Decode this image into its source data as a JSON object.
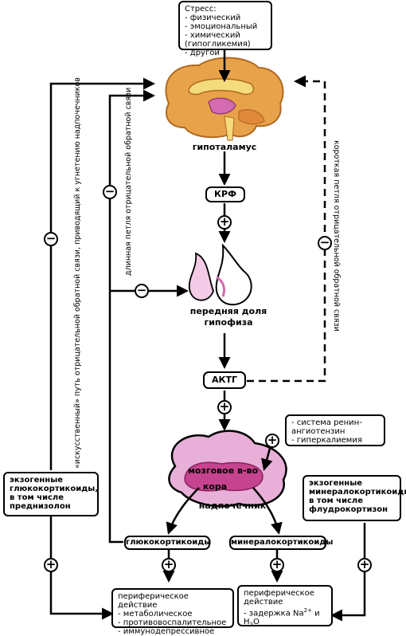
{
  "stress": {
    "title": "Стресс:",
    "items": [
      "физический",
      "эмоциональный",
      "химический (гипогликемия)",
      "другой"
    ]
  },
  "hypothalamus_label": "гипоталамус",
  "crf_label": "КРФ",
  "pituitary_label_line1": "передняя доля",
  "pituitary_label_line2": "гипофиза",
  "acth_label": "АКТГ",
  "adrenal": {
    "medulla_label": "мозговое в-во",
    "cortex_label": "кора",
    "gland_label": "надпочечник"
  },
  "raas_box": {
    "items": [
      "система ренин-ангиотензин",
      "гиперкалиемия"
    ]
  },
  "exo_gluco_box": {
    "line1": "экзогенные",
    "line2": "глюкокортикоиды,",
    "line3": "в том числе",
    "line4": "преднизолон"
  },
  "exo_mineral_box": {
    "line1": "экзогенные",
    "line2": "минералокортикоиды,",
    "line3": "в том числе",
    "line4": "флудрокортизон"
  },
  "glucocorticoids_label": "глюкокортикоиды",
  "mineralocorticoids_label": "минералокортикоиды",
  "gluco_effect": {
    "title": "периферическое действие",
    "items": [
      "метаболическое",
      "противовоспалительное",
      "иммунодепрессивное"
    ]
  },
  "mineral_effect": {
    "title_line1": "периферическое",
    "title_line2": "действие",
    "item_prefix": "- задержка Na",
    "item_sup": "2+",
    "item_mid": " и H",
    "item_sub": "2",
    "item_end": "O"
  },
  "feedback": {
    "artificial": "«искусственный» путь отрицательной обратной связи, приводящий к угнетению надпочечников",
    "long_loop": "длинная петля отрицательной обратной связи",
    "short_loop": "короткая петля отрицательной обратной связи"
  },
  "signs": {
    "plus": "+",
    "minus": "−"
  },
  "colors": {
    "accent_pink": "#d46ab0",
    "fill_pink": "#f3cbe6",
    "brain_orange": "#e8a24a",
    "brain_yellow": "#f4dc7c"
  }
}
